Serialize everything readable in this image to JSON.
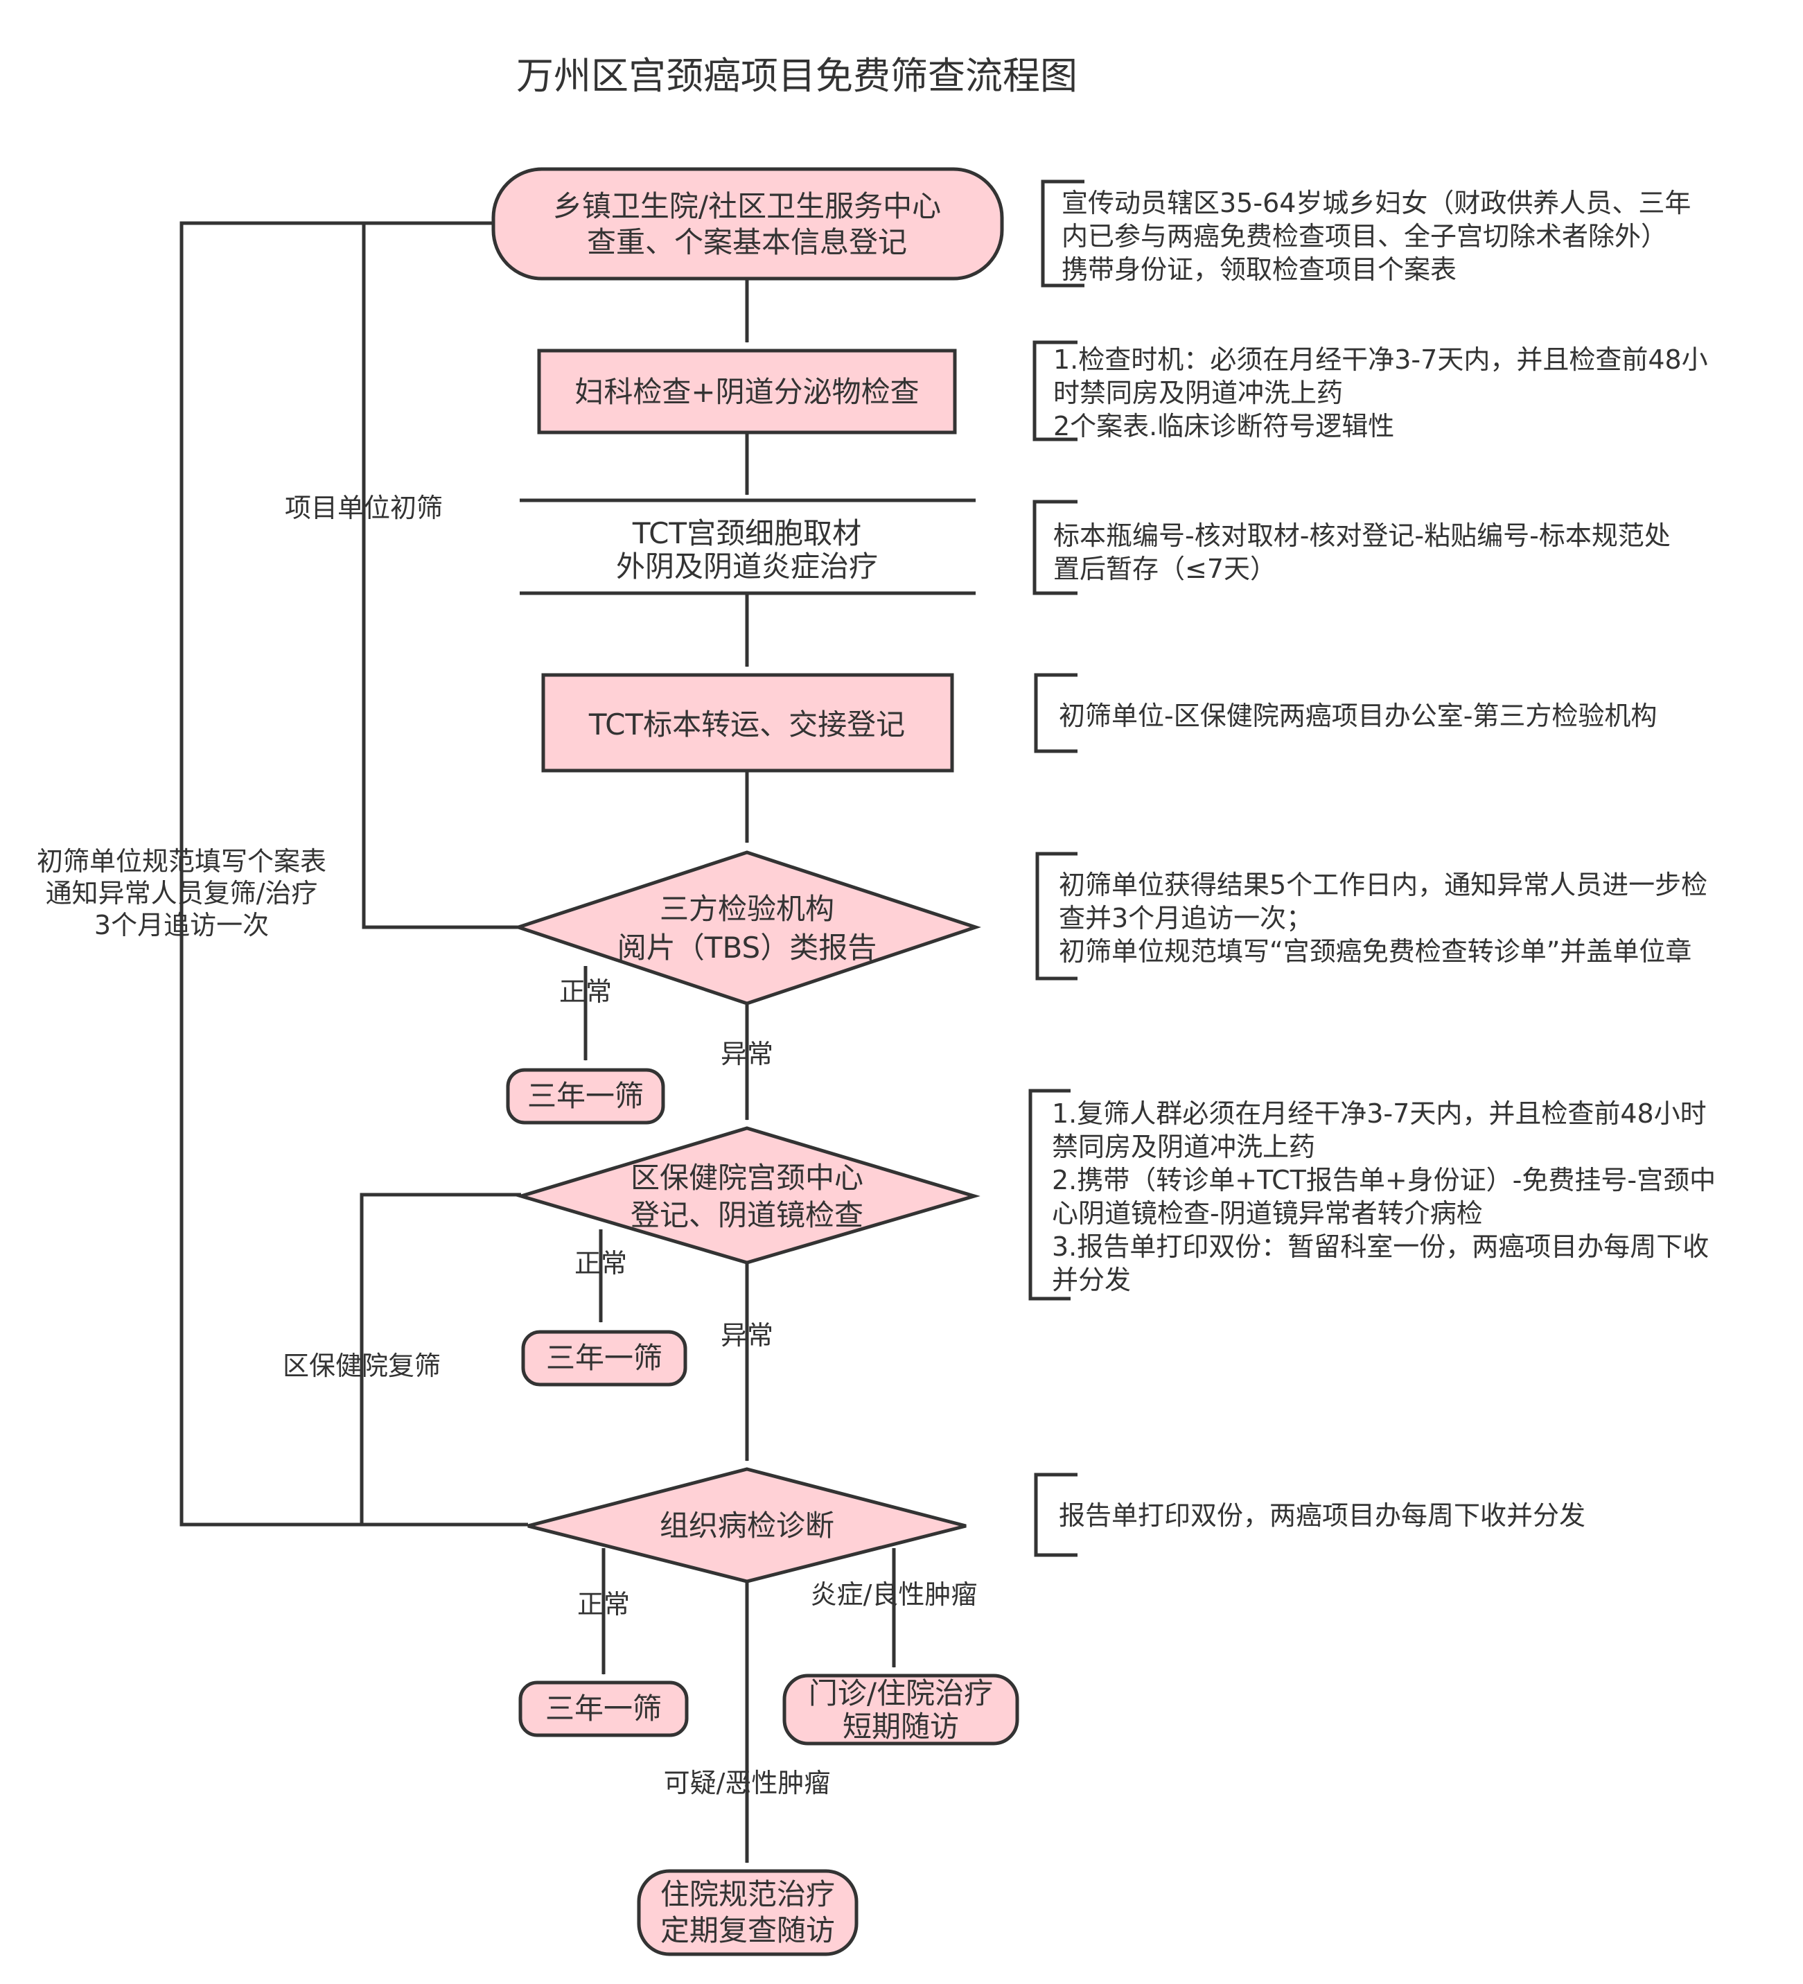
{
  "title": "万州区宫颈癌项目免费筛查流程图",
  "nodes": {
    "n1": [
      "乡镇卫生院/社区卫生服务中心",
      "查重、个案基本信息登记"
    ],
    "n2": [
      "妇科检查+阴道分泌物检查"
    ],
    "n3": [
      "TCT宫颈细胞取材",
      "外阴及阴道炎症治疗"
    ],
    "n4": [
      "TCT标本转运、交接登记"
    ],
    "d1": [
      "三方检验机构",
      "阅片（TBS）类报告"
    ],
    "t1": [
      "三年一筛"
    ],
    "d2": [
      "区保健院宫颈中心",
      "登记、阴道镜检查"
    ],
    "t2": [
      "三年一筛"
    ],
    "d3": [
      "组织病检诊断"
    ],
    "t3": [
      "三年一筛"
    ],
    "t4": [
      "门诊/住院治疗",
      "短期随访"
    ],
    "t5": [
      "住院规范治疗",
      "定期复查随访"
    ]
  },
  "edge_labels": {
    "d1_normal": "正常",
    "d1_abnormal": "异常",
    "d2_normal": "正常",
    "d2_abnormal": "异常",
    "d3_normal": "正常",
    "d3_benign": "炎症/良性肿瘤",
    "d3_malignant": "可疑/恶性肿瘤"
  },
  "side_labels": {
    "initial_screen": "项目单位初筛",
    "left_loop": [
      "初筛单位规范填写个案表",
      "通知异常人员复筛/治疗",
      "3个月追访一次"
    ],
    "recheck": "区保健院复筛"
  },
  "notes": {
    "note1": [
      "宣传动员辖区35-64岁城乡妇女（财政供养人员、三年",
      "内已参与两癌免费检查项目、全子宫切除术者除外）",
      "携带身份证，领取检查项目个案表"
    ],
    "note2": [
      "1.检查时机：必须在月经干净3-7天内，并且检查前48小",
      "时禁同房及阴道冲洗上药",
      "2个案表.临床诊断符号逻辑性"
    ],
    "note3": [
      "标本瓶编号-核对取材-核对登记-粘贴编号-标本规范处",
      "置后暂存（≤7天）"
    ],
    "note4": [
      "初筛单位-区保健院两癌项目办公室-第三方检验机构"
    ],
    "note5": [
      "初筛单位获得结果5个工作日内，通知异常人员进一步检",
      "查并3个月追访一次；",
      "初筛单位规范填写“宫颈癌免费检查转诊单”并盖单位章"
    ],
    "note6": [
      "1.复筛人群必须在月经干净3-7天内，并且检查前48小时",
      "禁同房及阴道冲洗上药",
      "2.携带（转诊单+TCT报告单+身份证）-免费挂号-宫颈中",
      "心阴道镜检查-阴道镜异常者转介病检",
      "3.报告单打印双份：暂留科室一份，两癌项目办每周下收",
      "并分发"
    ],
    "note7": [
      "报告单打印双份，两癌项目办每周下收并分发"
    ]
  },
  "colors": {
    "fill": "#ffd1d6",
    "stroke": "#333333",
    "background": "#ffffff"
  }
}
